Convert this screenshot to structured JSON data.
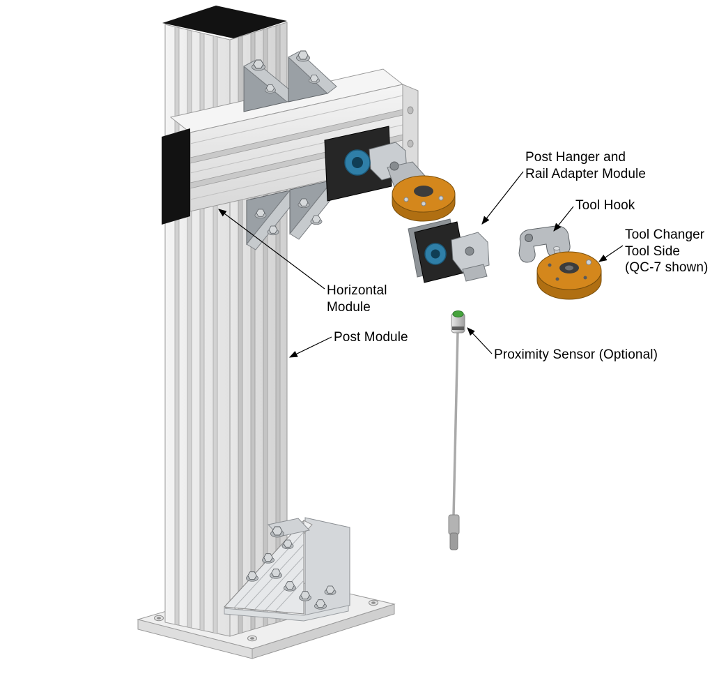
{
  "labels": {
    "post_hanger": "Post Hanger and\nRail Adapter Module",
    "tool_hook": "Tool Hook",
    "tool_changer": "Tool Changer\nTool Side\n(QC-7 shown)",
    "horizontal_module": "Horizontal\nModule",
    "post_module": "Post Module",
    "proximity_sensor": "Proximity Sensor (Optional)"
  },
  "colors": {
    "aluminum_light": "#f2f2f2",
    "aluminum_shade": "#dedede",
    "end_cap_black": "#121212",
    "hanger_plate_black": "#262626",
    "knob_blue": "#2f7fa8",
    "tool_changer_orange": "#d4871c",
    "tool_changer_orange_dark": "#b06f12",
    "bracket_gray": "#c6cacd",
    "sensor_green": "#46a33c",
    "leader_line": "#000000"
  }
}
